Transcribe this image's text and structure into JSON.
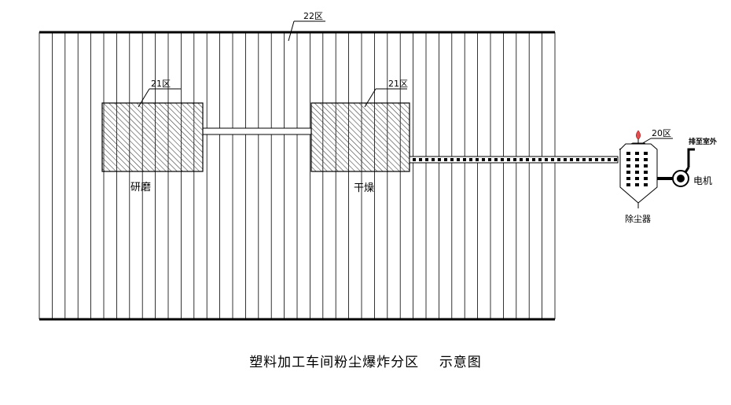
{
  "zones": {
    "outer": "22区",
    "grind_zone": "21区",
    "dry_zone": "21区",
    "collector_zone": "20区"
  },
  "equipment": {
    "grinding": "研磨",
    "drying": "干燥",
    "dust_collector": "除尘器",
    "motor": "电机",
    "exhaust": "排至室外"
  },
  "caption": {
    "title": "塑料加工车间粉尘爆炸分区",
    "suffix": "示意图"
  }
}
